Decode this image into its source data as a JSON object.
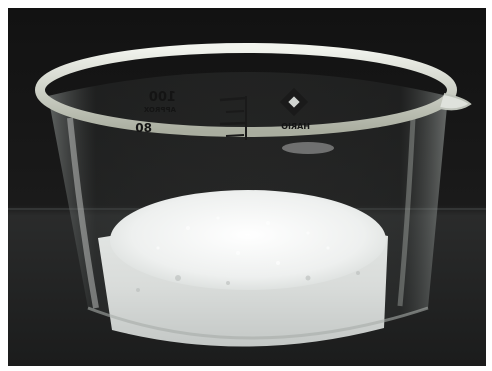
{
  "scene": {
    "subject": "glass-beaker-with-white-powder",
    "background_color": "#161616",
    "bench_color": "#1c1d1d",
    "powder_color": "#eef0ef",
    "glass_rim_color": "#cfd3c9"
  },
  "beaker_markings": {
    "capacity_label": "100",
    "approx_label": "APPROX",
    "grad_label": "80",
    "brand_label": "HARIO"
  }
}
